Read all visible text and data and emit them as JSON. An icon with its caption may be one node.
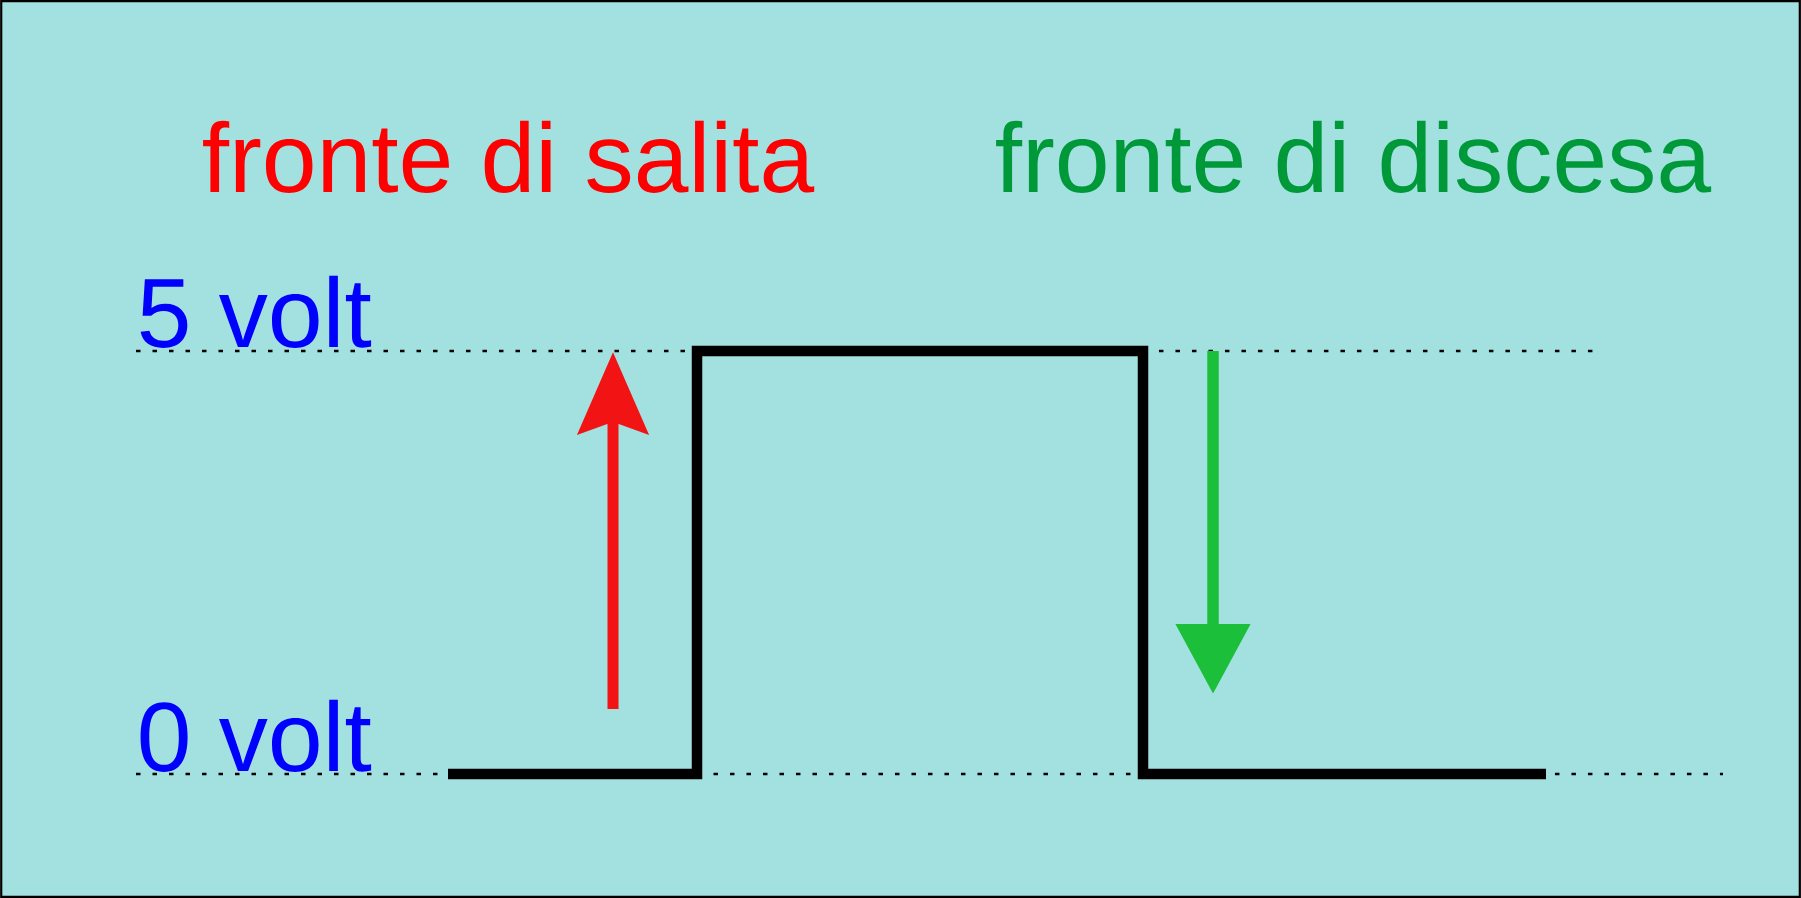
{
  "diagram": {
    "labels": [
      "fronte di salita",
      "fronte di discesa",
      "5 volt",
      "0 volt"
    ]
  }
}
